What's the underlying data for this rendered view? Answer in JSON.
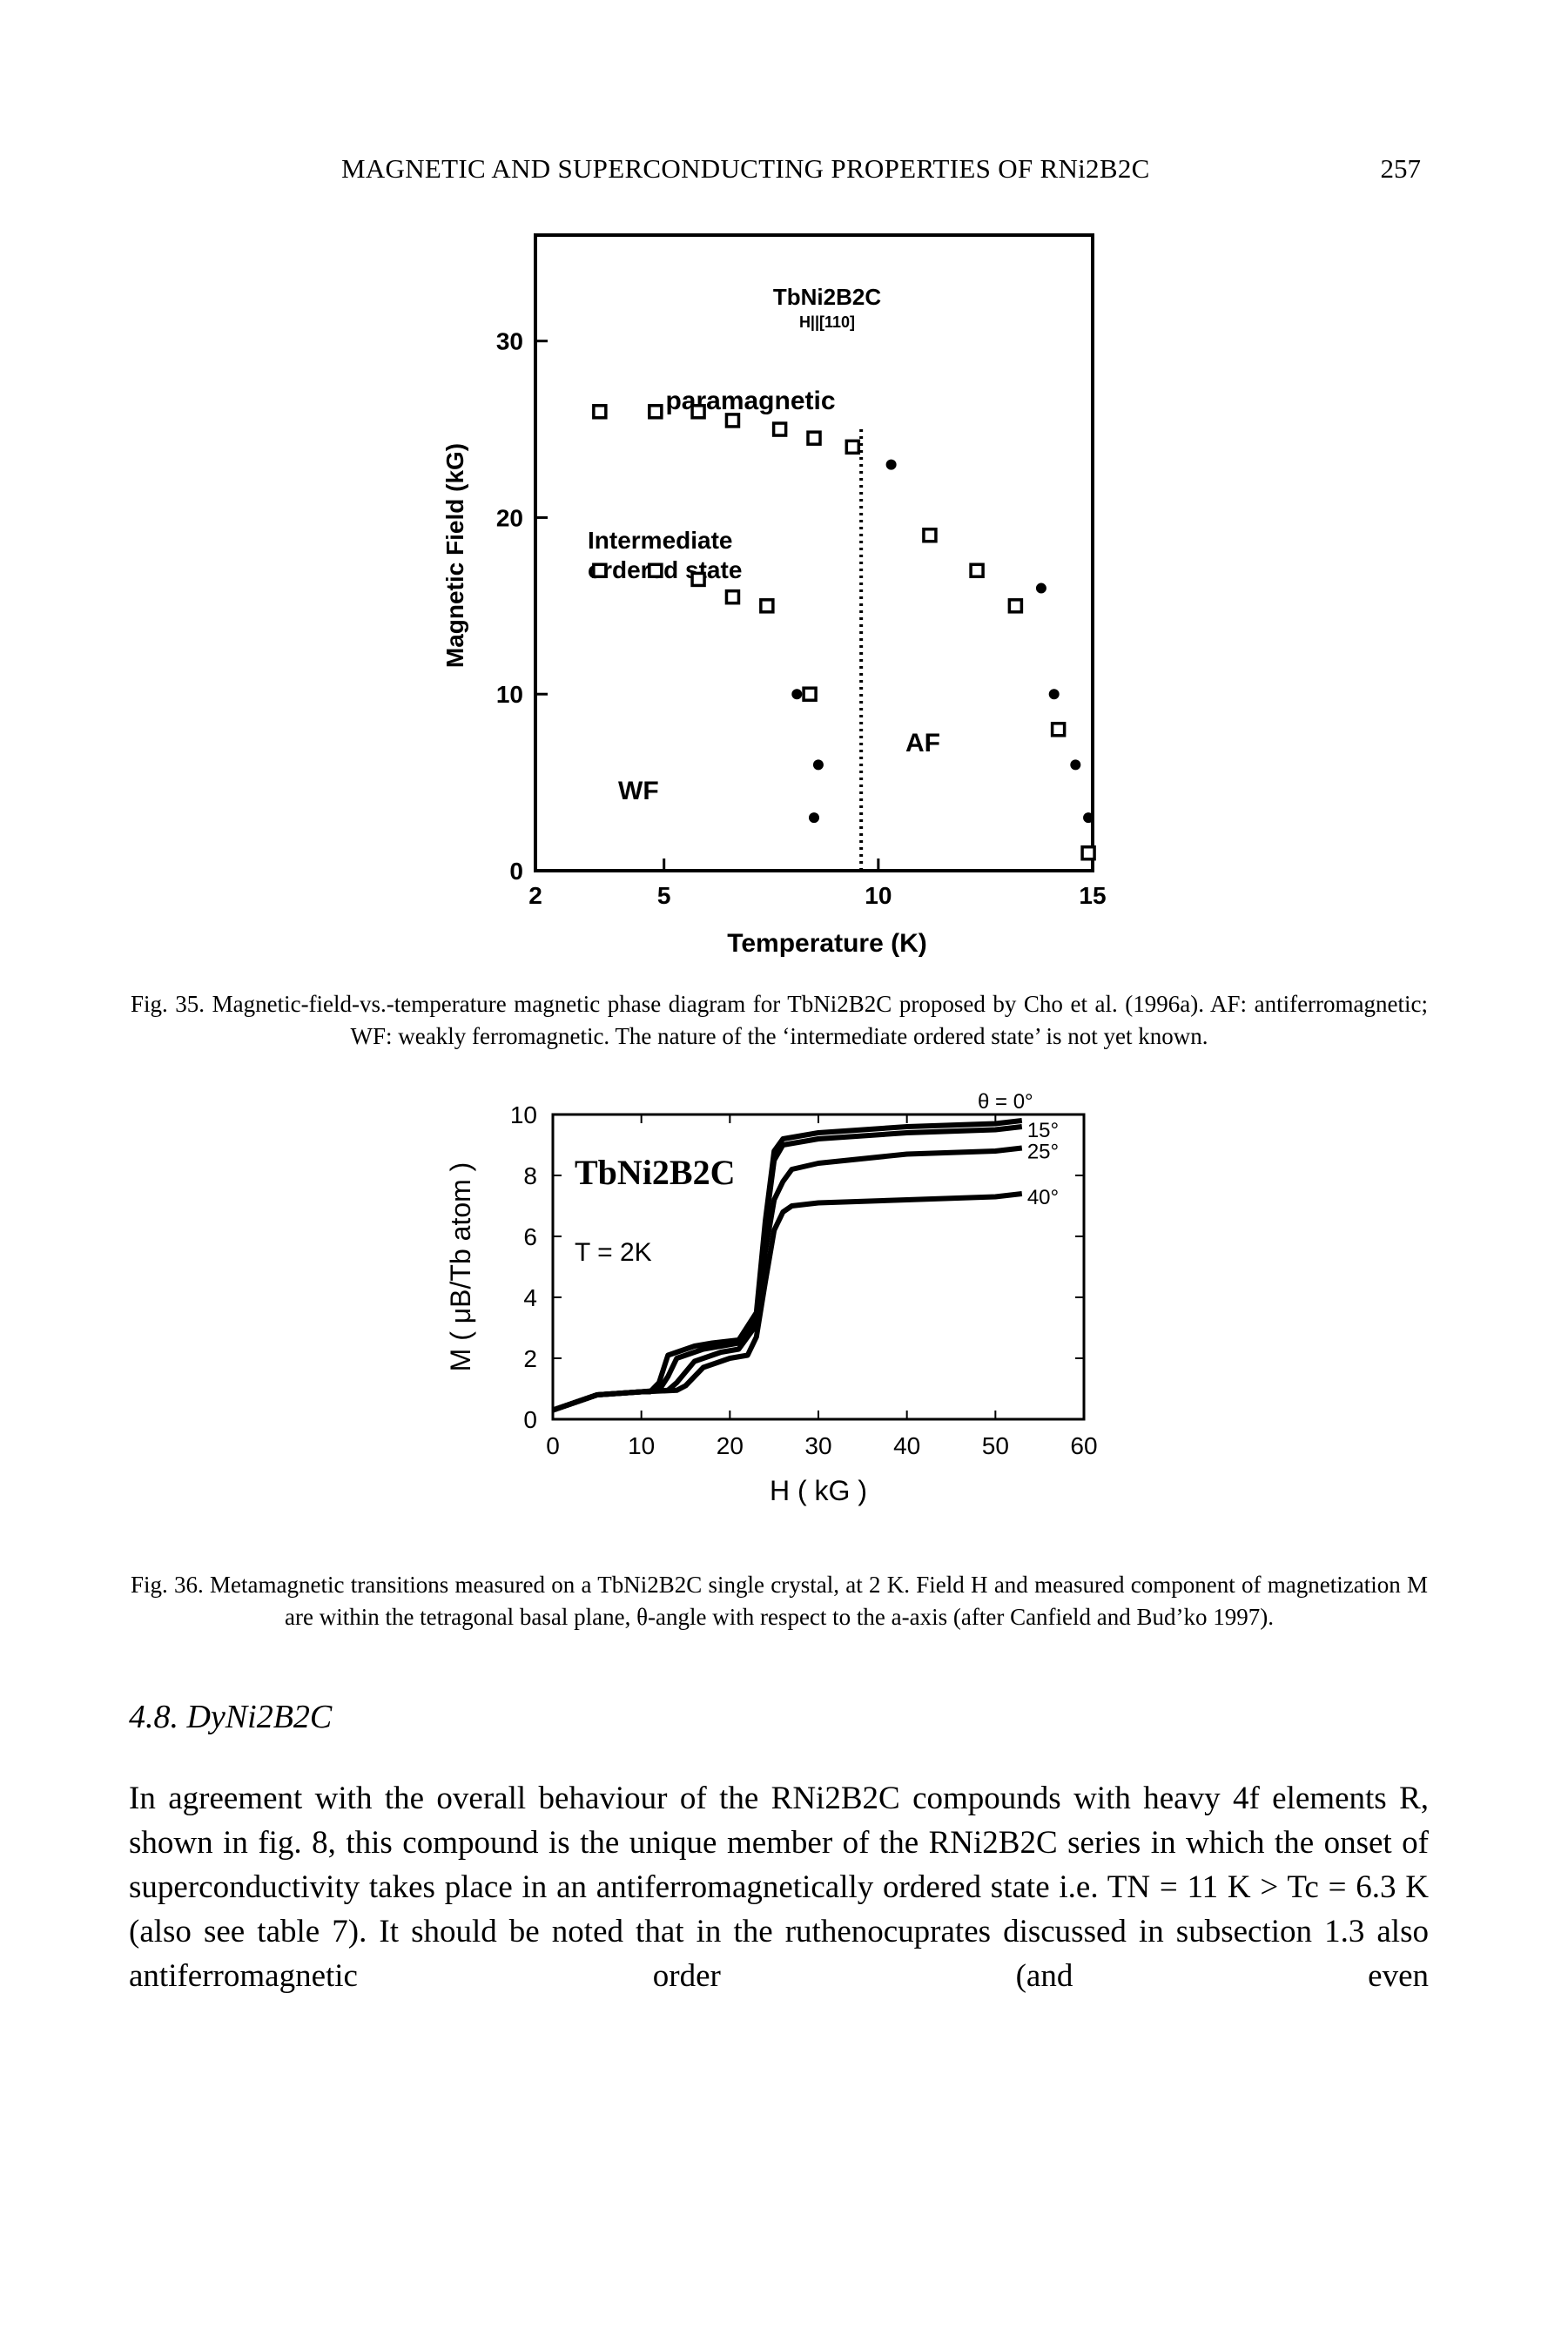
{
  "running_head": {
    "title": "MAGNETIC AND SUPERCONDUCTING PROPERTIES OF RNi2B2C",
    "page_number": "257"
  },
  "figure35": {
    "caption": "Fig. 35. Magnetic-field-vs.-temperature magnetic phase diagram for TbNi2B2C proposed by Cho et al. (1996a). AF: antiferromagnetic; WF: weakly ferromagnetic. The nature of the ‘intermediate ordered state’ is not yet known.",
    "chart_data": {
      "type": "scatter",
      "title": "TbNi2B2C",
      "subtitle": "H||[110]",
      "xlabel": "Temperature (K)",
      "ylabel": "Magnetic Field (kG)",
      "xlim": [
        2,
        15
      ],
      "ylim": [
        0,
        36
      ],
      "x_ticks": [
        "2",
        "5",
        "10",
        "15"
      ],
      "y_ticks": [
        "0",
        "10",
        "20",
        "30"
      ],
      "region_labels": [
        "paramagnetic",
        "Intermediate ordered state",
        "WF",
        "AF"
      ],
      "series": [
        {
          "marker": "open-square",
          "points": [
            [
              3.5,
              26
            ],
            [
              4.8,
              26
            ],
            [
              5.8,
              26
            ],
            [
              6.6,
              25.5
            ],
            [
              7.7,
              25
            ],
            [
              8.5,
              24.5
            ],
            [
              9.4,
              24
            ],
            [
              11.2,
              19
            ],
            [
              12.3,
              17
            ],
            [
              13.2,
              15
            ]
          ]
        },
        {
          "marker": "open-square",
          "points": [
            [
              3.5,
              17
            ],
            [
              4.8,
              17
            ],
            [
              5.8,
              16.5
            ],
            [
              6.6,
              15.5
            ],
            [
              7.4,
              15
            ]
          ]
        },
        {
          "marker": "open-square",
          "points": [
            [
              8.4,
              10
            ],
            [
              14.2,
              8
            ],
            [
              14.9,
              1
            ]
          ]
        },
        {
          "marker": "filled-circle",
          "points": [
            [
              10.3,
              23
            ],
            [
              13.8,
              16
            ],
            [
              14.1,
              10
            ],
            [
              14.6,
              6
            ],
            [
              14.9,
              3
            ],
            [
              8.1,
              10
            ],
            [
              8.6,
              6
            ],
            [
              8.5,
              3
            ]
          ]
        }
      ],
      "boundary_x": 9.6
    }
  },
  "figure36": {
    "caption": "Fig. 36. Metamagnetic transitions measured on a TbNi2B2C single crystal, at 2 K. Field H and measured component of magnetization M are within the tetragonal basal plane, θ-angle with respect to the a-axis (after Canfield and Bud’ko 1997).",
    "chart_data": {
      "type": "line",
      "xlabel": "H ( kG )",
      "ylabel": "M ( μB/Tb atom )",
      "xlim": [
        0,
        60
      ],
      "ylim": [
        0,
        10
      ],
      "x_ticks": [
        "0",
        "10",
        "20",
        "30",
        "40",
        "50",
        "60"
      ],
      "y_ticks": [
        "0",
        "2",
        "4",
        "6",
        "8",
        "10"
      ],
      "annotations": [
        "TbNi2B2C",
        "T = 2K"
      ],
      "series": [
        {
          "name": "θ = 0°",
          "x": [
            0,
            5,
            10,
            11,
            12,
            13,
            16,
            18,
            21,
            23,
            24,
            25,
            26,
            30,
            40,
            50,
            53
          ],
          "y": [
            0.3,
            0.8,
            0.9,
            0.9,
            1.2,
            2.1,
            2.4,
            2.5,
            2.6,
            3.5,
            6.5,
            8.8,
            9.2,
            9.4,
            9.6,
            9.7,
            9.8
          ]
        },
        {
          "name": "15°",
          "x": [
            0,
            5,
            10,
            12,
            13,
            14,
            17,
            19,
            21,
            23,
            24,
            25,
            26,
            30,
            40,
            50,
            53
          ],
          "y": [
            0.3,
            0.8,
            0.9,
            0.95,
            1.4,
            2.0,
            2.3,
            2.4,
            2.5,
            3.4,
            6.3,
            8.5,
            9.0,
            9.2,
            9.4,
            9.5,
            9.6
          ]
        },
        {
          "name": "25°",
          "x": [
            0,
            5,
            10,
            13,
            14,
            16,
            19,
            21,
            23,
            24,
            25,
            26,
            27,
            30,
            40,
            50,
            53
          ],
          "y": [
            0.3,
            0.8,
            0.9,
            0.95,
            1.2,
            1.9,
            2.2,
            2.3,
            3.1,
            5.5,
            7.2,
            7.8,
            8.2,
            8.4,
            8.7,
            8.8,
            8.9
          ]
        },
        {
          "name": "40°",
          "x": [
            0,
            5,
            10,
            14,
            15,
            17,
            20,
            22,
            23,
            24,
            25,
            26,
            27,
            30,
            40,
            50,
            53
          ],
          "y": [
            0.3,
            0.8,
            0.9,
            0.95,
            1.1,
            1.7,
            2.0,
            2.1,
            2.7,
            4.5,
            6.2,
            6.8,
            7.0,
            7.1,
            7.2,
            7.3,
            7.4
          ]
        }
      ]
    }
  },
  "section": {
    "heading": "4.8. DyNi2B2C",
    "paragraph": "In agreement with the overall behaviour of the RNi2B2C compounds with heavy 4f elements R, shown in fig. 8, this compound is the unique member of the RNi2B2C series in which the onset of superconductivity takes place in an antiferromagnetically ordered state i.e. TN = 11 K > Tc = 6.3 K (also see table 7). It should be noted that in the ruthenocuprates discussed in subsection 1.3 also antiferromagnetic order (and even"
  }
}
